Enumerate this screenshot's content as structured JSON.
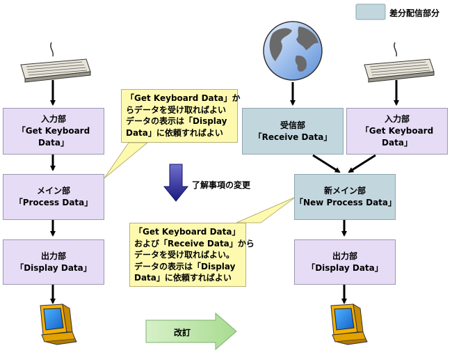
{
  "legend": {
    "label": "差分配信部分",
    "color": "#c2d6de"
  },
  "left": {
    "input": {
      "title": "入力部",
      "name": "「Get Keyboard Data」"
    },
    "main": {
      "title": "メイン部",
      "name": "「Process Data」"
    },
    "output": {
      "title": "出力部",
      "name": "「Display Data」"
    }
  },
  "right": {
    "receive": {
      "title": "受信部",
      "name": "「Receive Data」"
    },
    "input": {
      "title": "入力部",
      "name": "「Get Keyboard Data」"
    },
    "main": {
      "title": "新メイン部",
      "name": "「New Process Data」"
    },
    "output": {
      "title": "出力部",
      "name": "「Display Data」"
    }
  },
  "note1": {
    "lines": [
      "「Get Keyboard Data」か",
      "らデータを受け取ればよい",
      "データの表示は「Display",
      "Data」に依頼すればよい"
    ]
  },
  "note2": {
    "lines": [
      "「Get Keyboard Data」",
      "および「Receive Data」から",
      "データを受け取ればよい。",
      "データの表示は「Display",
      "Data」に依頼すればよい"
    ]
  },
  "change_label": "了解事項の変更",
  "revise_label": "改訂",
  "colors": {
    "box": "#e6dcf5",
    "diff": "#c2d6de",
    "note": "#fdfab0"
  }
}
